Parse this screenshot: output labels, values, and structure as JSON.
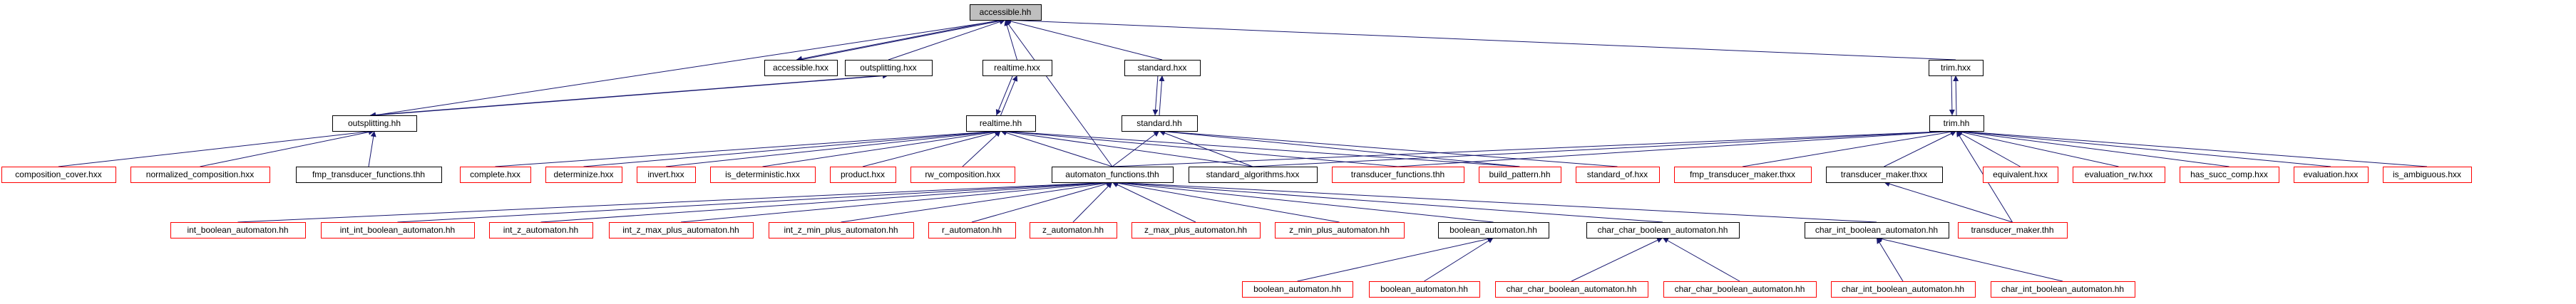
{
  "diagram": {
    "nodes": [
      {
        "id": "accessible_hh",
        "label": "accessible.hh",
        "style": "root"
      },
      {
        "id": "accessible_hxx",
        "label": "accessible.hxx",
        "style": "normal"
      },
      {
        "id": "outsplitting_hxx",
        "label": "outsplitting.hxx",
        "style": "normal"
      },
      {
        "id": "realtime_hxx",
        "label": "realtime.hxx",
        "style": "normal"
      },
      {
        "id": "standard_hxx",
        "label": "standard.hxx",
        "style": "normal"
      },
      {
        "id": "trim_hxx",
        "label": "trim.hxx",
        "style": "normal"
      },
      {
        "id": "outsplitting_hh",
        "label": "outsplitting.hh",
        "style": "normal"
      },
      {
        "id": "realtime_hh",
        "label": "realtime.hh",
        "style": "normal"
      },
      {
        "id": "standard_hh",
        "label": "standard.hh",
        "style": "normal"
      },
      {
        "id": "trim_hh",
        "label": "trim.hh",
        "style": "normal"
      },
      {
        "id": "composition_cover",
        "label": "composition_cover.hxx",
        "style": "red"
      },
      {
        "id": "normalized_composition",
        "label": "normalized_composition.hxx",
        "style": "red"
      },
      {
        "id": "fmp_transducer_functions",
        "label": "fmp_transducer_functions.thh",
        "style": "normal"
      },
      {
        "id": "complete_hxx",
        "label": "complete.hxx",
        "style": "red"
      },
      {
        "id": "determinize_hxx",
        "label": "determinize.hxx",
        "style": "red"
      },
      {
        "id": "invert_hxx",
        "label": "invert.hxx",
        "style": "red"
      },
      {
        "id": "is_deterministic",
        "label": "is_deterministic.hxx",
        "style": "red"
      },
      {
        "id": "product_hxx",
        "label": "product.hxx",
        "style": "red"
      },
      {
        "id": "rw_composition",
        "label": "rw_composition.hxx",
        "style": "red"
      },
      {
        "id": "automaton_functions",
        "label": "automaton_functions.thh",
        "style": "normal"
      },
      {
        "id": "standard_algorithms",
        "label": "standard_algorithms.hxx",
        "style": "normal"
      },
      {
        "id": "transducer_functions",
        "label": "transducer_functions.thh",
        "style": "red"
      },
      {
        "id": "build_pattern",
        "label": "build_pattern.hh",
        "style": "red"
      },
      {
        "id": "standard_of",
        "label": "standard_of.hxx",
        "style": "red"
      },
      {
        "id": "fmp_transducer_maker",
        "label": "fmp_transducer_maker.thxx",
        "style": "red"
      },
      {
        "id": "transducer_maker_thxx",
        "label": "transducer_maker.thxx",
        "style": "normal"
      },
      {
        "id": "equivalent",
        "label": "equivalent.hxx",
        "style": "red"
      },
      {
        "id": "evaluation_rw",
        "label": "evaluation_rw.hxx",
        "style": "red"
      },
      {
        "id": "has_succ_comp",
        "label": "has_succ_comp.hxx",
        "style": "red"
      },
      {
        "id": "evaluation",
        "label": "evaluation.hxx",
        "style": "red"
      },
      {
        "id": "is_ambiguous",
        "label": "is_ambiguous.hxx",
        "style": "red"
      },
      {
        "id": "int_boolean_automaton",
        "label": "int_boolean_automaton.hh",
        "style": "red"
      },
      {
        "id": "int_int_boolean_automaton",
        "label": "int_int_boolean_automaton.hh",
        "style": "red"
      },
      {
        "id": "int_z_automaton",
        "label": "int_z_automaton.hh",
        "style": "red"
      },
      {
        "id": "int_z_max_plus_automaton",
        "label": "int_z_max_plus_automaton.hh",
        "style": "red"
      },
      {
        "id": "int_z_min_plus_automaton",
        "label": "int_z_min_plus_automaton.hh",
        "style": "red"
      },
      {
        "id": "r_automaton",
        "label": "r_automaton.hh",
        "style": "red"
      },
      {
        "id": "z_automaton",
        "label": "z_automaton.hh",
        "style": "red"
      },
      {
        "id": "z_max_plus_automaton",
        "label": "z_max_plus_automaton.hh",
        "style": "red"
      },
      {
        "id": "z_min_plus_automaton",
        "label": "z_min_plus_automaton.hh",
        "style": "red"
      },
      {
        "id": "boolean_automaton_hh",
        "label": "boolean_automaton.hh",
        "style": "normal"
      },
      {
        "id": "char_char_boolean_automaton_hh",
        "label": "char_char_boolean_automaton.hh",
        "style": "normal"
      },
      {
        "id": "char_int_boolean_automaton_hh",
        "label": "char_int_boolean_automaton.hh",
        "style": "normal"
      },
      {
        "id": "transducer_maker_thh",
        "label": "transducer_maker.thh",
        "style": "red"
      },
      {
        "id": "boolean_automaton_a",
        "label": "boolean_automaton.hh",
        "style": "red"
      },
      {
        "id": "boolean_automaton_b",
        "label": "boolean_automaton.hh",
        "style": "red"
      },
      {
        "id": "char_char_boolean_automaton_a",
        "label": "char_char_boolean_automaton.hh",
        "style": "red"
      },
      {
        "id": "char_char_boolean_automaton_b",
        "label": "char_char_boolean_automaton.hh",
        "style": "red"
      },
      {
        "id": "char_int_boolean_automaton_a",
        "label": "char_int_boolean_automaton.hh",
        "style": "red"
      },
      {
        "id": "char_int_boolean_automaton_b",
        "label": "char_int_boolean_automaton.hh",
        "style": "red"
      }
    ],
    "edges": [
      [
        "accessible_hxx",
        "accessible_hh"
      ],
      [
        "accessible_hh",
        "accessible_hxx"
      ],
      [
        "outsplitting_hxx",
        "accessible_hh"
      ],
      [
        "realtime_hxx",
        "accessible_hh"
      ],
      [
        "standard_hxx",
        "accessible_hh"
      ],
      [
        "trim_hxx",
        "accessible_hh"
      ],
      [
        "automaton_functions",
        "accessible_hh"
      ],
      [
        "outsplitting_hh",
        "accessible_hh"
      ],
      [
        "outsplitting_hh",
        "outsplitting_hxx"
      ],
      [
        "outsplitting_hxx",
        "outsplitting_hh"
      ],
      [
        "realtime_hxx",
        "realtime_hh"
      ],
      [
        "realtime_hh",
        "realtime_hxx"
      ],
      [
        "standard_hxx",
        "standard_hh"
      ],
      [
        "standard_hh",
        "standard_hxx"
      ],
      [
        "trim_hxx",
        "trim_hh"
      ],
      [
        "trim_hh",
        "trim_hxx"
      ],
      [
        "composition_cover",
        "outsplitting_hh"
      ],
      [
        "normalized_composition",
        "outsplitting_hh"
      ],
      [
        "fmp_transducer_functions",
        "outsplitting_hh"
      ],
      [
        "complete_hxx",
        "realtime_hh"
      ],
      [
        "determinize_hxx",
        "realtime_hh"
      ],
      [
        "invert_hxx",
        "realtime_hh"
      ],
      [
        "is_deterministic",
        "realtime_hh"
      ],
      [
        "product_hxx",
        "realtime_hh"
      ],
      [
        "rw_composition",
        "realtime_hh"
      ],
      [
        "automaton_functions",
        "realtime_hh"
      ],
      [
        "standard_algorithms",
        "realtime_hh"
      ],
      [
        "transducer_functions",
        "realtime_hh"
      ],
      [
        "build_pattern",
        "realtime_hh"
      ],
      [
        "automaton_functions",
        "standard_hh"
      ],
      [
        "standard_algorithms",
        "standard_hh"
      ],
      [
        "build_pattern",
        "standard_hh"
      ],
      [
        "standard_of",
        "standard_hh"
      ],
      [
        "automaton_functions",
        "trim_hh"
      ],
      [
        "standard_algorithms",
        "trim_hh"
      ],
      [
        "transducer_functions",
        "trim_hh"
      ],
      [
        "fmp_transducer_maker",
        "trim_hh"
      ],
      [
        "transducer_maker_thxx",
        "trim_hh"
      ],
      [
        "equivalent",
        "trim_hh"
      ],
      [
        "evaluation_rw",
        "trim_hh"
      ],
      [
        "has_succ_comp",
        "trim_hh"
      ],
      [
        "evaluation",
        "trim_hh"
      ],
      [
        "is_ambiguous",
        "trim_hh"
      ],
      [
        "transducer_maker_thh",
        "trim_hh"
      ],
      [
        "transducer_maker_thh",
        "transducer_maker_thxx"
      ],
      [
        "int_boolean_automaton",
        "automaton_functions"
      ],
      [
        "int_int_boolean_automaton",
        "automaton_functions"
      ],
      [
        "int_z_automaton",
        "automaton_functions"
      ],
      [
        "int_z_max_plus_automaton",
        "automaton_functions"
      ],
      [
        "int_z_min_plus_automaton",
        "automaton_functions"
      ],
      [
        "r_automaton",
        "automaton_functions"
      ],
      [
        "z_automaton",
        "automaton_functions"
      ],
      [
        "z_max_plus_automaton",
        "automaton_functions"
      ],
      [
        "z_min_plus_automaton",
        "automaton_functions"
      ],
      [
        "boolean_automaton_hh",
        "automaton_functions"
      ],
      [
        "char_char_boolean_automaton_hh",
        "automaton_functions"
      ],
      [
        "char_int_boolean_automaton_hh",
        "automaton_functions"
      ],
      [
        "boolean_automaton_a",
        "boolean_automaton_hh"
      ],
      [
        "boolean_automaton_b",
        "boolean_automaton_hh"
      ],
      [
        "char_char_boolean_automaton_a",
        "char_char_boolean_automaton_hh"
      ],
      [
        "char_char_boolean_automaton_b",
        "char_char_boolean_automaton_hh"
      ],
      [
        "char_int_boolean_automaton_a",
        "char_int_boolean_automaton_hh"
      ],
      [
        "char_int_boolean_automaton_b",
        "char_int_boolean_automaton_hh"
      ]
    ],
    "colors": {
      "root_fill": "#bfbfbf",
      "node_border": "#000000",
      "red_border": "#ff0000",
      "edge": "#191970",
      "text": "#000000"
    }
  }
}
